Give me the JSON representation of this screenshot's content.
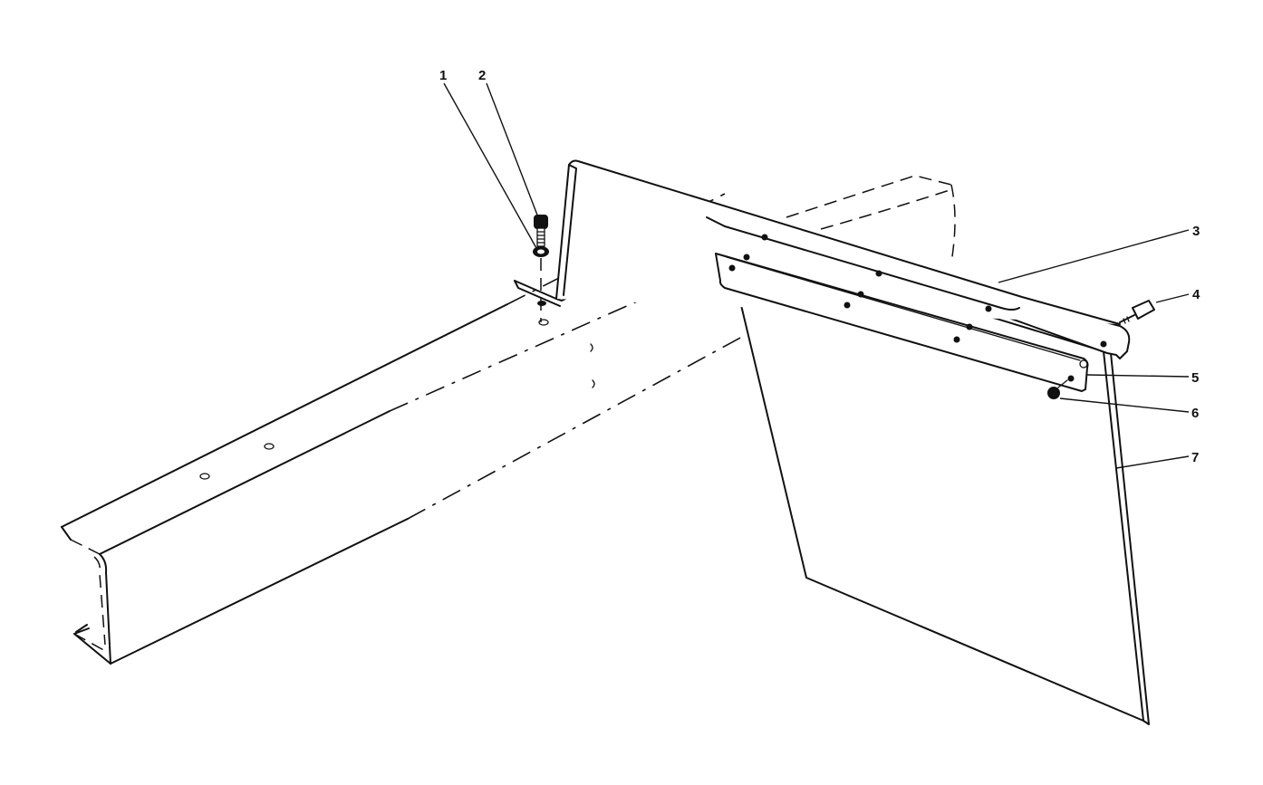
{
  "diagram": {
    "type": "exploded-parts-view",
    "description": "Mud flap / splash guard mounting assembly on frame rail",
    "background": "#ffffff",
    "line_color": "#111111",
    "callouts": [
      {
        "id": "1",
        "label": "1",
        "part": "lock washer"
      },
      {
        "id": "2",
        "label": "2",
        "part": "bolt"
      },
      {
        "id": "3",
        "label": "3",
        "part": "mounting bracket"
      },
      {
        "id": "4",
        "label": "4",
        "part": "bolt"
      },
      {
        "id": "5",
        "label": "5",
        "part": "retainer strip"
      },
      {
        "id": "6",
        "label": "6",
        "part": "nut"
      },
      {
        "id": "7",
        "label": "7",
        "part": "mud flap"
      }
    ]
  }
}
